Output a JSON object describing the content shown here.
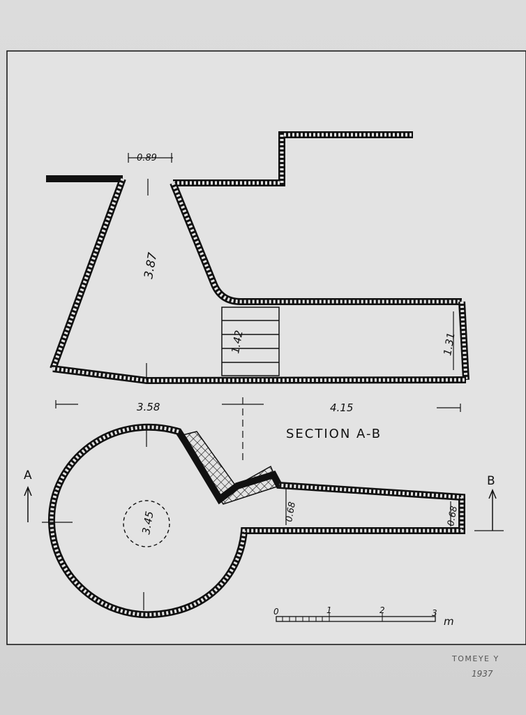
{
  "drawing": {
    "section_label": "SECTION A-B",
    "dimensions": {
      "top_opening": "0.89",
      "shaft_height": "3.87",
      "step_height": "1.42",
      "chamber_height": "1.31",
      "base_width": "3.58",
      "corridor_length": "4.15",
      "pit_diameter": "3.45",
      "corridor_width_inner": "0.68",
      "corridor_width_end": "0.68"
    },
    "section_markers": {
      "left": "A",
      "right": "B"
    },
    "scale_bar": {
      "ticks": [
        "0",
        "1",
        "2",
        "3"
      ],
      "unit": "m"
    },
    "signature": {
      "name": "TOMEYE Y",
      "year": "1937"
    }
  }
}
